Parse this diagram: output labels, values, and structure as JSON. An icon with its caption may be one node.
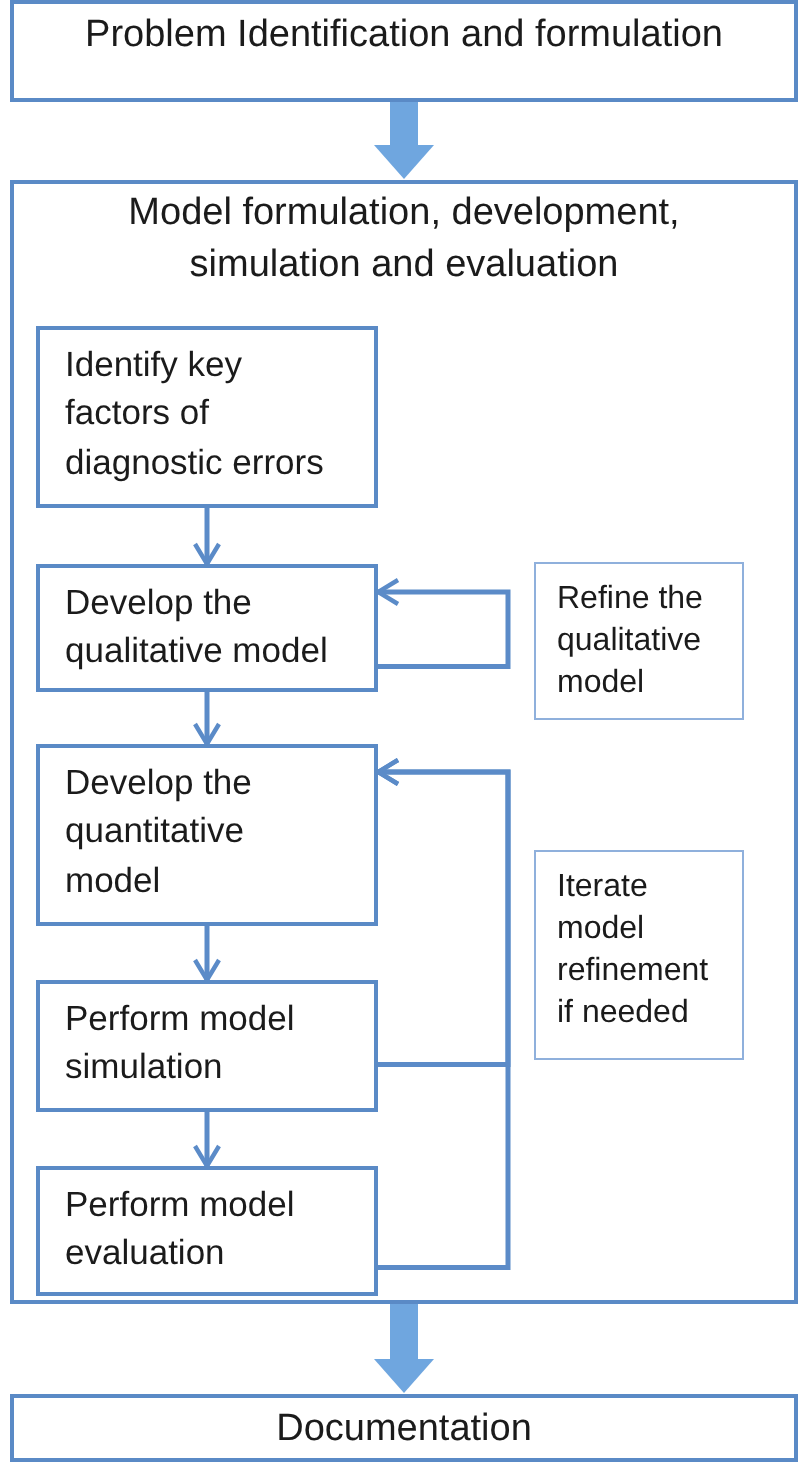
{
  "diagram": {
    "nodes": [
      {
        "text": [
          "Problem Identification and formulation"
        ]
      },
      {
        "text": [
          "Model formulation, development, simulation and evaluation"
        ]
      },
      {
        "text": [
          "Identify key factors of diagnostic errors"
        ],
        "in": 1
      },
      {
        "text": [
          "Develop the qualitative model"
        ],
        "in": 1
      },
      {
        "text": [
          "Refine the qualitative model"
        ],
        "in": 1
      },
      {
        "text": [
          "Develop the quantitative model"
        ],
        "in": 1
      },
      {
        "text": [
          "Iterate model refinement if needed"
        ],
        "in": 1
      },
      {
        "text": [
          "Perform model simulation"
        ],
        "in": 1
      },
      {
        "text": [
          "Perform model evaluation"
        ],
        "in": 1
      },
      {
        "text": [
          "Documentation"
        ]
      }
    ],
    "edges": [
      {
        "from": 0,
        "to": 1,
        "arrow": "to",
        "style": "thick",
        "color": "#6fa6df"
      },
      {
        "from": 2,
        "to": 3,
        "arrow": "to"
      },
      {
        "from": 3,
        "to": 3,
        "arrow": "to"
      },
      {
        "from": 3,
        "to": 5,
        "arrow": "to"
      },
      {
        "from": 5,
        "to": 7,
        "arrow": "to"
      },
      {
        "from": 7,
        "to": 5,
        "arrow": "to"
      },
      {
        "from": 7,
        "to": 8,
        "arrow": "to"
      },
      {
        "from": 8,
        "to": 5,
        "arrow": "to"
      },
      {
        "from": 1,
        "to": 9,
        "arrow": "to",
        "style": "thick",
        "color": "#6fa6df"
      }
    ]
  }
}
